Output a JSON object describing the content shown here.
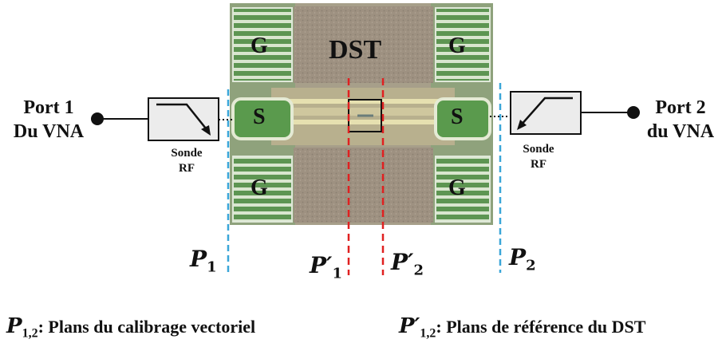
{
  "dut_label": "DST",
  "pads": {
    "ground": "G",
    "signal": "S"
  },
  "port1": {
    "line1": "Port 1",
    "line2": "Du VNA"
  },
  "port2": {
    "line1": "Port 2",
    "line2": "du VNA"
  },
  "probe_left": {
    "line1": "Sonde",
    "line2": "RF"
  },
  "probe_right": {
    "line1": "Sonde",
    "line2": "RF"
  },
  "planes": {
    "p1": {
      "symbol": "P",
      "sub": "1"
    },
    "p2": {
      "symbol": "P",
      "sub": "2"
    },
    "p1_ref": {
      "symbol": "P′",
      "sub": "1"
    },
    "p2_ref": {
      "symbol": "P′",
      "sub": "2"
    }
  },
  "legend": {
    "left": {
      "symbol": "P",
      "sub": "1,2",
      "text": ": Plans du calibrage vectoriel"
    },
    "right": {
      "symbol": "P′",
      "sub": "1,2",
      "text": ": Plans de référence du DST"
    }
  },
  "colors": {
    "calibration_plane": "#3aa6d8",
    "reference_plane": "#e02020",
    "chip_background": "#a89a86",
    "pad_green": "#4f8a46"
  }
}
